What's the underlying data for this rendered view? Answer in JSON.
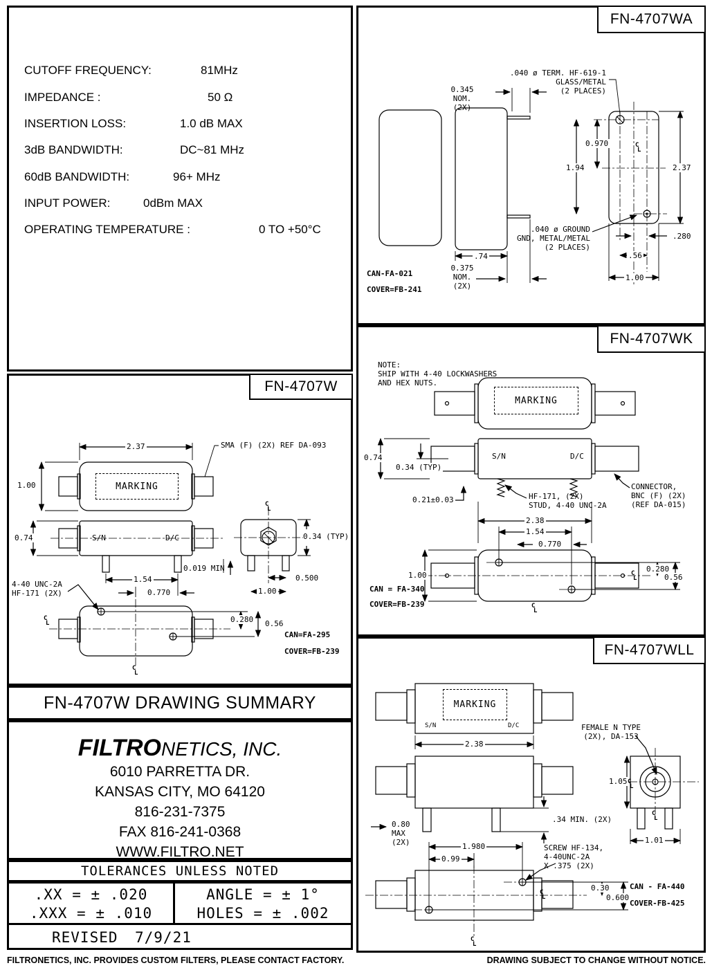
{
  "specs": {
    "rows": [
      {
        "label": "CUTOFF FREQUENCY:",
        "value": "81MHz"
      },
      {
        "label": "IMPEDANCE :",
        "value": "50 Ω"
      },
      {
        "label": "INSERTION LOSS:",
        "value": "1.0 dB MAX"
      },
      {
        "label": "3dB BANDWIDTH:",
        "value": "DC~81 MHz"
      },
      {
        "label": "60dB BANDWIDTH:",
        "value": "96+ MHz"
      },
      {
        "label": "INPUT POWER:",
        "value": "0dBm MAX"
      },
      {
        "label": "OPERATING TEMPERATURE :",
        "value": "0 TO +50°C"
      }
    ]
  },
  "sym": {
    "c": "C",
    "l": "L"
  },
  "panels": {
    "wa": {
      "title": "FN-4707WA",
      "term1": ".040 ø TERM. HF-619-1",
      "term2": "GLASS/METAL",
      "term3": "(2 PLACES)",
      "nom345_1": "0.345",
      "nom345_2": "NOM.",
      "nom345_3": "(2X)",
      "d970": "0.970",
      "d194": "1.94",
      "d237": "2.37",
      "gnd1": ".040 ø GROUND",
      "gnd2": "GND, METAL/METAL",
      "gnd3": "(2 PLACES)",
      "d280": ".280",
      "d74": ".74",
      "d56": ".56",
      "nom375_1": "0.375",
      "nom375_2": "NOM.",
      "nom375_3": "(2X)",
      "d100": "1.00",
      "can": "CAN-FA-021",
      "cover": "COVER=FB-241"
    },
    "w": {
      "title": "FN-4707W",
      "d237": "2.37",
      "sma": "SMA (F) (2X) REF DA-093",
      "d100": "1.00",
      "marking": "MARKING",
      "d074": "0.74",
      "sn": "S/N",
      "dc": "D/C",
      "d154": "1.54",
      "d0770": "0.770",
      "unc1": "4-40 UNC-2A",
      "unc2": "HF-171 (2X)",
      "d0280": "0.280",
      "d056": "0.56",
      "can": "CAN=FA-295",
      "cover": "COVER=FB-239",
      "d034": "0.34 (TYP)",
      "d0019": "0.019 MIN",
      "d0500": "0.500",
      "d100b": "1.00"
    },
    "wk": {
      "title": "FN-4707WK",
      "note1": "NOTE:",
      "note2": "SHIP WITH 4-40 LOCKWASHERS",
      "note3": "AND HEX NUTS.",
      "marking": "MARKING",
      "d074": "0.74",
      "d034": "0.34 (TYP)",
      "sn": "S/N",
      "dc": "D/C",
      "d021": "0.21±0.03",
      "hf1": "HF-171, (2X)",
      "hf2": "STUD, 4-40 UNC-2A",
      "conn1": "CONNECTOR,",
      "conn2": "BNC (F) (2X)",
      "conn3": "(REF DA-015)",
      "d238": "2.38",
      "d154": "1.54",
      "d0770": "0.770",
      "d100": "1.00",
      "d0280": "0.280",
      "d056": "0.56",
      "can": "CAN = FA-340",
      "cover": "COVER=FB-239"
    },
    "wll": {
      "title": "FN-4707WLL",
      "marking": "MARKING",
      "sn": "S/N",
      "dc": "D/C",
      "fem1": "FEMALE N TYPE",
      "fem2": "(2X), DA-153",
      "d238": "2.38",
      "d105": "1.05",
      "d034": ".34 MIN. (2X)",
      "d080_1": "0.80",
      "d080_2": "MAX",
      "d080_3": "(2X)",
      "d101": "1.01",
      "d1980": "1.980",
      "d099": "0.99",
      "screw1": "SCREW HF-134,",
      "screw2": "4-40UNC-2A",
      "screw3": "X .375 (2X)",
      "d030": "0.30",
      "d0600": "0.600",
      "can": "CAN - FA-440",
      "cover": "COVER-FB-425"
    }
  },
  "summary": {
    "title": "FN-4707W DRAWING SUMMARY"
  },
  "company": {
    "name_bold": "FILTRO",
    "name_rest": "NETICS, INC.",
    "address1": "6010 PARRETTA DR.",
    "address2": "KANSAS CITY, MO 64120",
    "phone": "816-231-7375",
    "fax": "FAX 816-241-0368",
    "web": "WWW.FILTRO.NET"
  },
  "tolerances": {
    "header": "TOLERANCES UNLESS NOTED",
    "xx": ".XX = ± .020",
    "xxx": ".XXX = ± .010",
    "angle": "ANGLE = ± 1°",
    "holes": "HOLES = ± .002"
  },
  "revised": {
    "label": "REVISED",
    "date": "7/9/21"
  },
  "footer": {
    "left": "FILTRONETICS, INC. PROVIDES CUSTOM FILTERS, PLEASE CONTACT FACTORY.",
    "right": "DRAWING SUBJECT TO CHANGE WITHOUT NOTICE."
  }
}
